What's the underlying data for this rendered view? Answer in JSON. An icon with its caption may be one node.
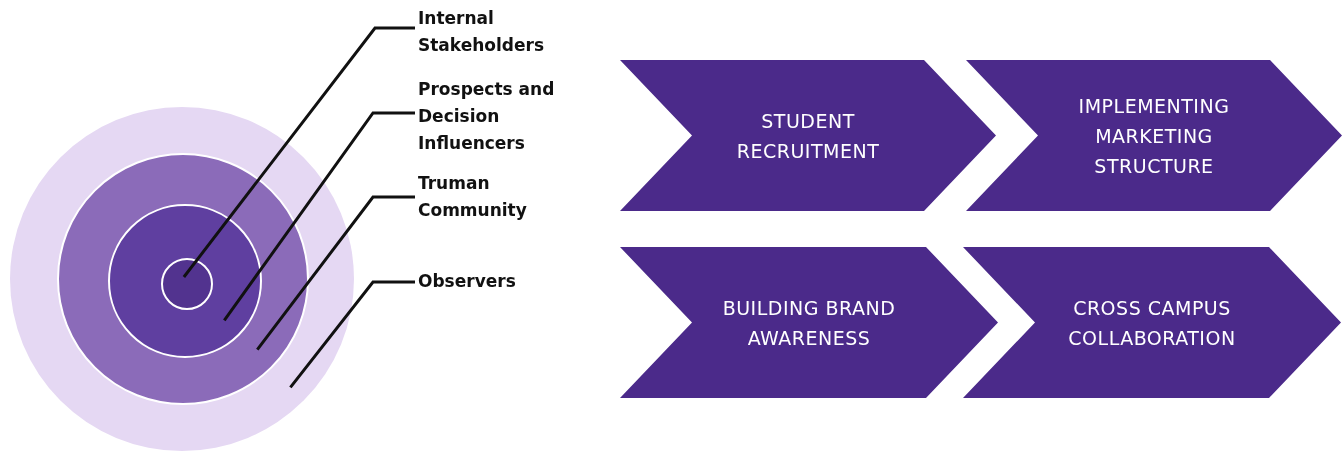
{
  "diagram": {
    "nodes": [
      {
        "text": [],
        "shape": "circle"
      },
      {
        "text": [],
        "shape": "circle",
        "in": 0
      },
      {
        "text": [],
        "shape": "circle",
        "in": 1
      },
      {
        "text": [],
        "shape": "circle",
        "in": 2
      },
      {
        "text": [
          "Internal Stakeholders"
        ]
      },
      {
        "text": [
          "Prospects and Decision Influencers"
        ]
      },
      {
        "text": [
          "Truman Community"
        ]
      },
      {
        "text": [
          "Observers"
        ]
      },
      {
        "text": [
          "STUDENT RECRUITMENT"
        ]
      },
      {
        "text": [
          "IMPLEMENTING MARKETING STRUCTURE"
        ]
      },
      {
        "text": [
          "BUILDING BRAND AWARENESS"
        ]
      },
      {
        "text": [
          "CROSS CAMPUS COLLABORATION"
        ]
      }
    ],
    "edges": [
      {
        "from": 4,
        "to": 3,
        "arrow": "none"
      },
      {
        "from": 5,
        "to": 2,
        "arrow": "none"
      },
      {
        "from": 6,
        "to": 1,
        "arrow": "none"
      },
      {
        "from": 7,
        "to": 0,
        "arrow": "none"
      }
    ]
  }
}
